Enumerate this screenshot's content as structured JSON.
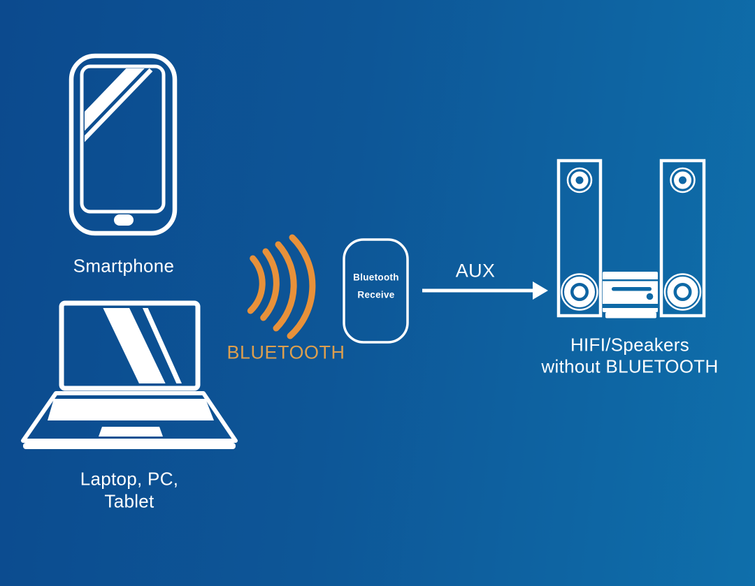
{
  "background": {
    "gradient_left_color": "#0c4a8e",
    "gradient_right_color": "#0f6fab"
  },
  "palette": {
    "icon_white": "#ffffff",
    "wave_orange": "#e8913a",
    "bluetooth_label_orange": "#dd9f4e",
    "receiver_detail_blue": "#0e69a6"
  },
  "nodes": {
    "smartphone": {
      "label": "Smartphone",
      "icon": "smartphone-icon"
    },
    "laptop": {
      "label_lines": [
        "Laptop, PC,",
        "Tablet"
      ],
      "icon": "laptop-icon"
    },
    "bluetooth": {
      "label": "BLUETOOTH",
      "icon": "wireless-waves-icon"
    },
    "receiver": {
      "label_lines": [
        "Bluetooth",
        "Receive"
      ],
      "icon": "receiver-box-icon"
    },
    "aux": {
      "label": "AUX",
      "icon": "right-arrow-icon"
    },
    "speakers": {
      "label_lines": [
        "HIFI/Speakers",
        "without BLUETOOTH"
      ],
      "icon": "hifi-speakers-icon"
    }
  }
}
